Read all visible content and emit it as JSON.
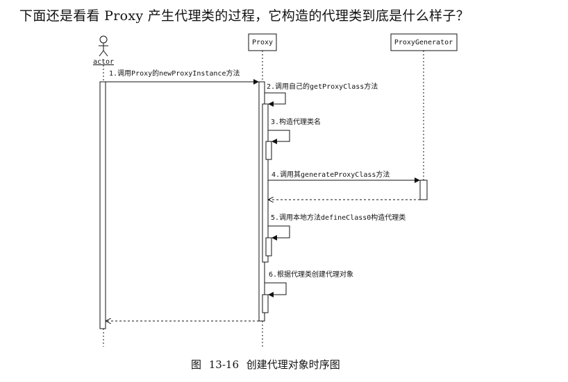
{
  "intro_text": "下面还是看看 Proxy 产生代理类的过程，它构造的代理类到底是什么样子？",
  "caption": "图 13-16   创建代理对象时序图",
  "diagram": {
    "actor_label": "actor",
    "objects": [
      {
        "label": "Proxy"
      },
      {
        "label": "ProxyGenerator"
      }
    ],
    "messages": [
      {
        "label": "1.调用Proxy的newProxyInstance方法"
      },
      {
        "label": "2.调用自己的getProxyClass方法"
      },
      {
        "label": "3.构造代理类名"
      },
      {
        "label": "4.调用其generateProxyClass方法"
      },
      {
        "label": "5.调用本地方法defineClass0构造代理类"
      },
      {
        "label": "6.根据代理类创建代理对象"
      }
    ]
  }
}
